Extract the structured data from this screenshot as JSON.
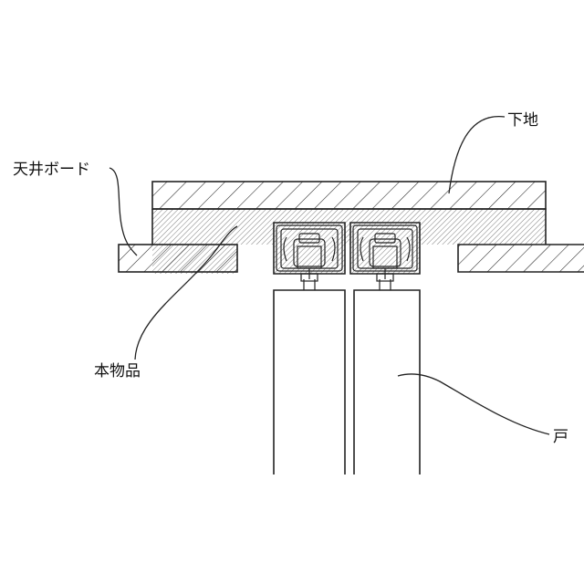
{
  "labels": {
    "base": "下地",
    "ceiling_board": "天井ボード",
    "product": "本物品",
    "door": "戸"
  },
  "colors": {
    "line": "#222222",
    "background": "#ffffff"
  }
}
